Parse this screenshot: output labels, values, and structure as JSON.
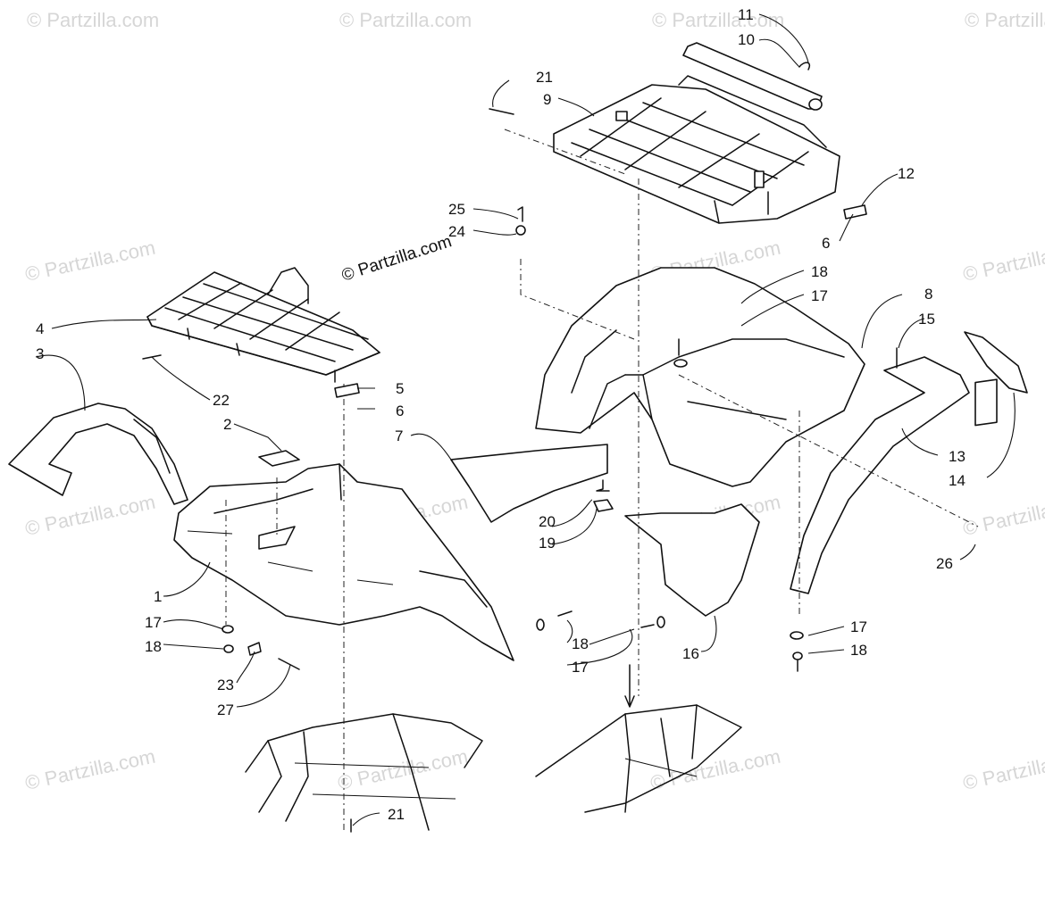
{
  "watermark": "© Partzilla.com",
  "center_watermark": "© Partzilla.com",
  "callouts": {
    "c1": "1",
    "c2": "2",
    "c3": "3",
    "c4": "4",
    "c5": "5",
    "c6a": "6",
    "c6b": "6",
    "c7": "7",
    "c8": "8",
    "c9": "9",
    "c10": "10",
    "c11": "11",
    "c12": "12",
    "c13": "13",
    "c14": "14",
    "c15": "15",
    "c16": "16",
    "c17a": "17",
    "c17b": "17",
    "c17c": "17",
    "c17d": "17",
    "c18a": "18",
    "c18b": "18",
    "c18c": "18",
    "c18d": "18",
    "c19": "19",
    "c20": "20",
    "c21a": "21",
    "c21b": "21",
    "c22": "22",
    "c23": "23",
    "c24": "24",
    "c25": "25",
    "c26": "26",
    "c27": "27"
  }
}
